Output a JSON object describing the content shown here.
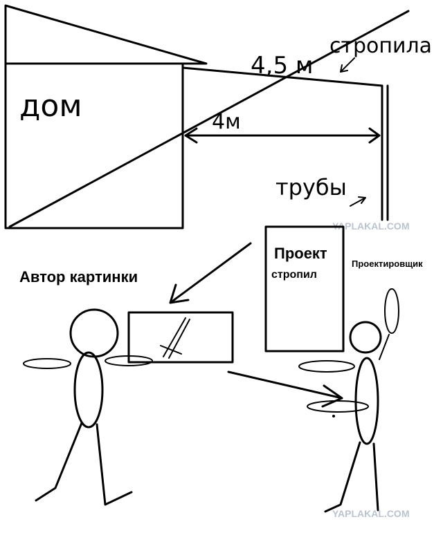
{
  "drawing": {
    "house_label": "дом",
    "rafters_label": "стропила",
    "rafter_length": "4,5 м",
    "span_length": "4м",
    "pipes_label": "трубы",
    "project_label_line1": "Проект",
    "project_label_line2": "стропил",
    "author_label": "Автор картинки",
    "designer_label": "Проектировщик",
    "watermark": "YAPLAKAL.COM"
  }
}
